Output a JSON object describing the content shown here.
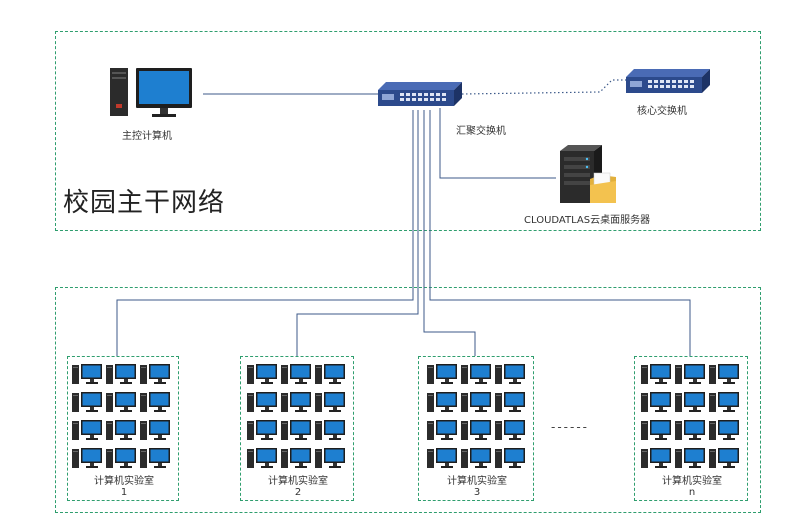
{
  "backbone": {
    "title": "校园主干网络",
    "main_pc_label": "主控计算机",
    "aggregation_switch_label": "汇聚交换机",
    "core_switch_label": "核心交换机",
    "server_label": "CLOUDATLAS云桌面服务器"
  },
  "labs": [
    {
      "name": "计算机实验室",
      "number": "1"
    },
    {
      "name": "计算机实验室",
      "number": "2"
    },
    {
      "name": "计算机实验室",
      "number": "3"
    },
    {
      "name": "计算机实验室",
      "number": "n"
    }
  ],
  "ellipsis": "------",
  "colors": {
    "zone_border": "#2f9e6e",
    "link_line": "#3d5a8a",
    "switch_body": "#2c4a8c",
    "monitor_screen": "#1e7fd0"
  }
}
